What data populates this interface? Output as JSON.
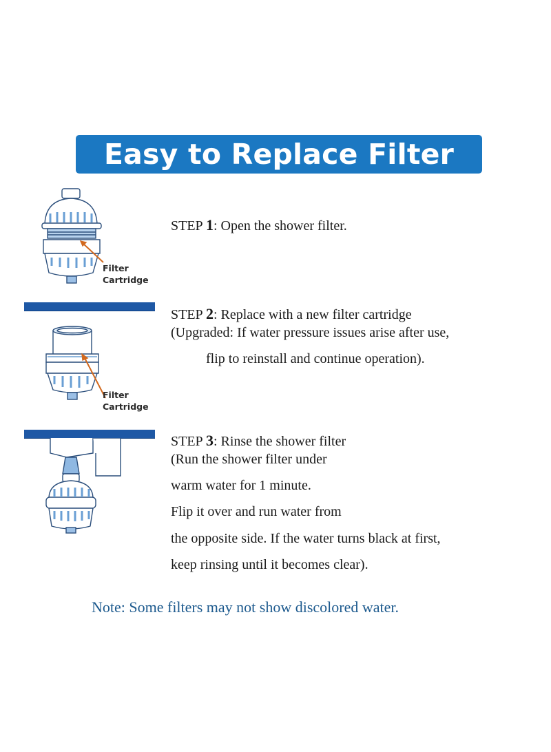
{
  "title": "Easy to Replace Filter",
  "colors": {
    "banner": "#1b78c2",
    "bar": "#1e58a5",
    "note": "#1d5a8e",
    "arrow": "#d2691e"
  },
  "steps": [
    {
      "prefix": "STEP ",
      "number": "1",
      "heading": ": Open the shower filter.",
      "lines": [],
      "illustration": "filter-housing-open-icon",
      "label": [
        "Filter",
        "Cartridge"
      ]
    },
    {
      "prefix": "STEP ",
      "number": "2",
      "heading": ": Replace with a new filter cartridge",
      "lines": [
        "(Upgraded: If water pressure issues arise after use,",
        "flip to reinstall and continue operation)."
      ],
      "illustration": "filter-cartridge-insert-icon",
      "label": [
        "Filter",
        "Cartridge"
      ]
    },
    {
      "prefix": "STEP ",
      "number": "3",
      "heading": ": Rinse the shower filter",
      "lines": [
        "(Run the shower filter under",
        "warm water for 1 minute.",
        "Flip it over and run water from",
        "the opposite side. If the water turns black at first,",
        "keep rinsing until it becomes clear)."
      ],
      "illustration": "filter-rinse-under-tap-icon"
    }
  ],
  "note": "Note: Some filters may not show discolored water."
}
